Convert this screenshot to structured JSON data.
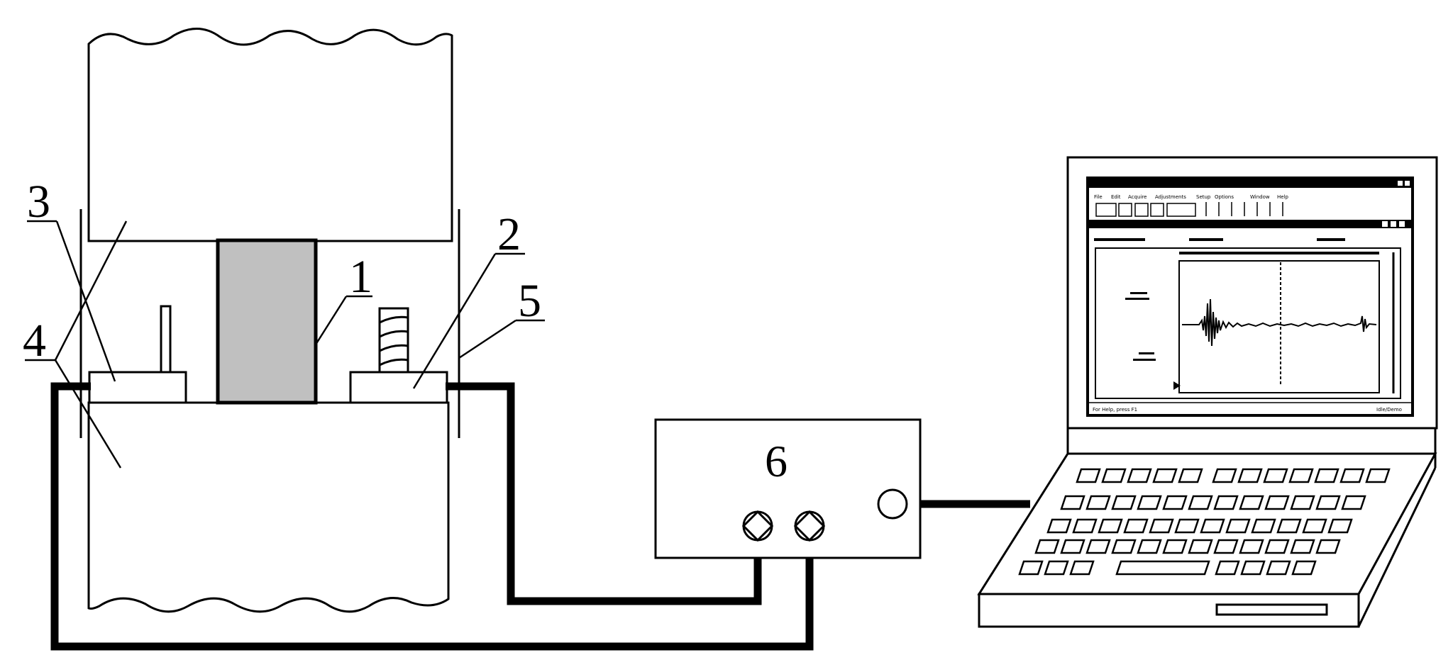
{
  "callouts": {
    "c1": "1",
    "c2": "2",
    "c3": "3",
    "c4": "4",
    "c5": "5",
    "c6": "6"
  },
  "colors": {
    "line": "#000000",
    "specimen_fill": "#c0c0c0",
    "background": "#ffffff"
  },
  "laptop_screen": {
    "menu_items": [
      "File",
      "Edit",
      "Acquire",
      "Adjustments",
      "Setup",
      "Options",
      "Window",
      "Help"
    ],
    "status_left": "For Help, press F1",
    "status_right": "Idle/Demo"
  }
}
